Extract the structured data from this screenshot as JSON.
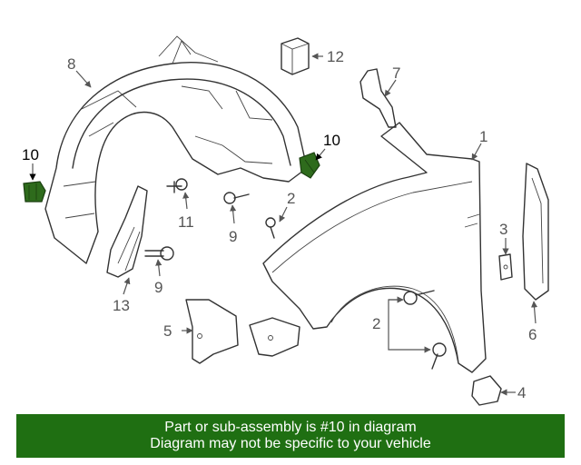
{
  "callouts": {
    "c1": "1",
    "c2a": "2",
    "c2b": "2",
    "c3": "3",
    "c4": "4",
    "c5": "5",
    "c6": "6",
    "c7": "7",
    "c8": "8",
    "c9a": "9",
    "c9b": "9",
    "c10a": "10",
    "c10b": "10",
    "c11": "11",
    "c12": "12",
    "c13": "13"
  },
  "highlight_color": "#2e6b1c",
  "banner": {
    "line1": "Part or sub-assembly is #10 in diagram",
    "line2": "Diagram may not be specific to your vehicle",
    "color": "#1f6f12"
  }
}
